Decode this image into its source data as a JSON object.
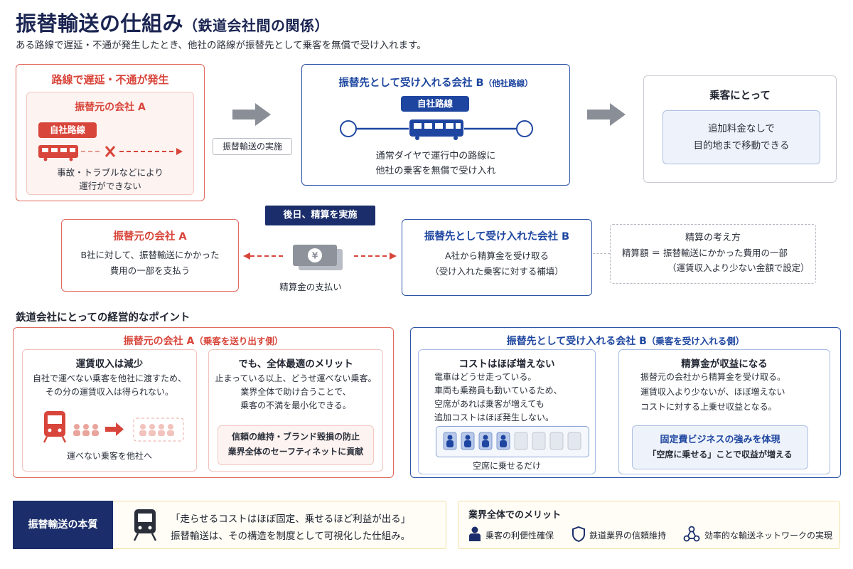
{
  "header": {
    "title": "振替輸送の仕組み",
    "title_sub": "（鉄道会社間の関係）",
    "subtitle": "ある路線で遅延・不通が発生したとき、他社の路線が振替先として乗客を無償で受け入れます。"
  },
  "flow": {
    "box_a": {
      "heading": "路線で遅延・不通が発生",
      "company": "振替元の会社 A",
      "line_tag": "自社路線",
      "desc1": "事故・トラブルなどにより",
      "desc2": "運行ができない"
    },
    "action_label": "振替輸送の実施",
    "box_b": {
      "heading": "振替先として受け入れる会社 B",
      "heading_sub": "（他社路線）",
      "line_tag": "自社路線",
      "desc1": "通常ダイヤで運行中の路線に",
      "desc2": "他社の乗客を無償で受け入れ"
    },
    "box_c": {
      "heading": "乗客にとって",
      "desc1": "追加料金なしで",
      "desc2": "目的地まで移動できる"
    }
  },
  "settlement": {
    "banner": "後日、精算を実施",
    "box_a": {
      "heading": "振替元の会社 A",
      "desc1": "B社に対して、振替輸送にかかった",
      "desc2": "費用の一部を支払う"
    },
    "money_label": "精算金の支払い",
    "money_symbol": "¥",
    "box_b": {
      "heading": "振替先として受け入れた会社 B",
      "desc1": "A社から精算金を受け取る",
      "desc2": "（受け入れた乗客に対する補填）"
    },
    "note": {
      "heading": "精算の考え方",
      "line1": "精算額 ＝ 振替輸送にかかった費用の一部",
      "line2": "（運賃収入より少ない金額で設定）"
    }
  },
  "points": {
    "heading": "鉄道会社にとっての経営的なポイント",
    "a": {
      "heading": "振替元の会社 A",
      "heading_sub": "（乗客を送り出す側）",
      "card1": {
        "title": "運賃収入は減少",
        "line1": "自社で運べない乗客を他社に渡すため、",
        "line2": "その分の運賃収入は得られない。",
        "caption": "運べない乗客を他社へ"
      },
      "card2": {
        "title": "でも、全体最適のメリット",
        "line1": "止まっている以上、どうせ運べない乗客。",
        "line2": "業界全体で助け合うことで、",
        "line3": "乗客の不満を最小化できる。",
        "box_line1": "信頼の維持・ブランド毀損の防止",
        "box_line2": "業界全体のセーフティネットに貢献"
      }
    },
    "b": {
      "heading": "振替先として受け入れる会社 B",
      "heading_sub": "（乗客を受け入れる側）",
      "card1": {
        "title": "コストはほぼ増えない",
        "line1": "電車はどうせ走っている。",
        "line2": "車両も乗務員も動いているため、",
        "line3": "空席があれば乗客が増えても",
        "line4": "追加コストはほぼ発生しない。",
        "caption": "空席に乗せるだけ",
        "seats_filled": 4,
        "seats_total": 8
      },
      "card2": {
        "title": "精算金が収益になる",
        "line1": "振替元の会社から精算金を受け取る。",
        "line2": "運賃収入より少ないが、ほぼ増えない",
        "line3": "コストに対する上乗せ収益となる。",
        "box_title": "固定費ビジネスの強みを体現",
        "box_line": "「空席に乗せる」ことで収益が増える"
      }
    }
  },
  "footer": {
    "essence_label": "振替輸送の本質",
    "essence_line1": "「走らせるコストはほぼ固定、乗せるほど利益が出る」",
    "essence_line2": "振替輸送は、その構造を制度として可視化した仕組み。",
    "merit_heading": "業界全体でのメリット",
    "merits": [
      "乗客の利便性確保",
      "鉄道業界の信頼維持",
      "効率的な輸送ネットワークの実現"
    ]
  },
  "colors": {
    "red": "#d8453a",
    "blue": "#1e46a0",
    "navy": "#1b2e6b",
    "gold_border": "#f0dfa6"
  },
  "icons": [
    "train-icon",
    "cross-icon",
    "arrow-right-icon",
    "money-icon",
    "person-icon",
    "shield-icon",
    "network-icon",
    "seat-icon"
  ]
}
